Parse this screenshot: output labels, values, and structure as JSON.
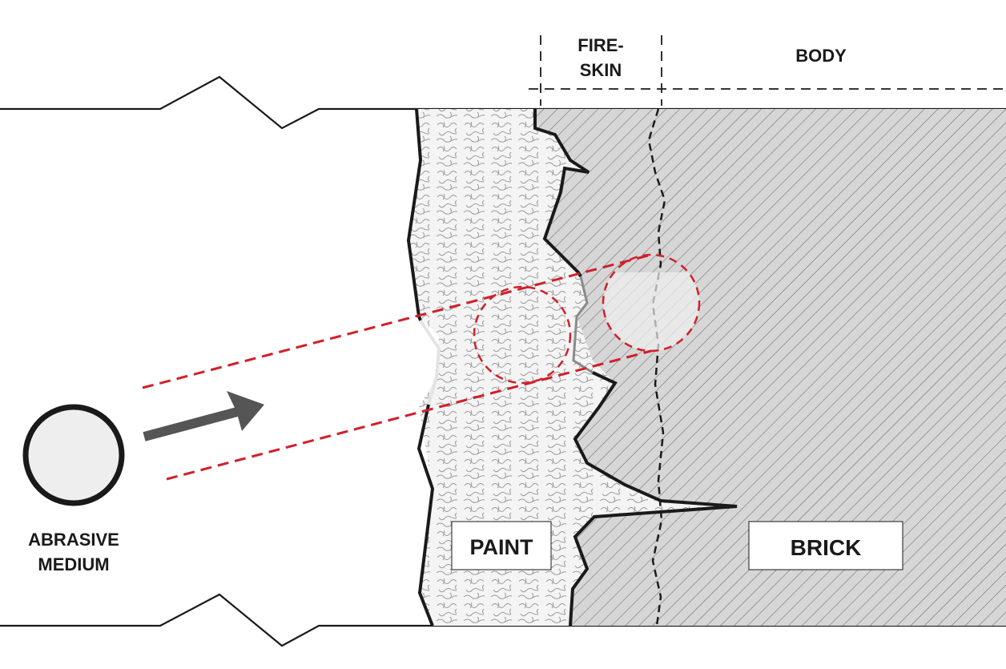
{
  "labels": {
    "fireskin_line1": "FIRE-",
    "fireskin_line2": "SKIN",
    "body": "BODY",
    "paint": "PAINT",
    "brick": "BRICK",
    "abrasive_line1": "ABRASIVE",
    "abrasive_line2": "MEDIUM"
  },
  "colors": {
    "outline": "#1a1a1a",
    "impact_path": "#d0202a",
    "arrow": "#555555",
    "particle_fill": "#eeeeee",
    "brick_fill": "#d6d6d6",
    "paint_fill": "#f2f2f2"
  },
  "icons": {
    "particle": "abrasive-particle-icon",
    "direction": "arrow-right-icon"
  }
}
